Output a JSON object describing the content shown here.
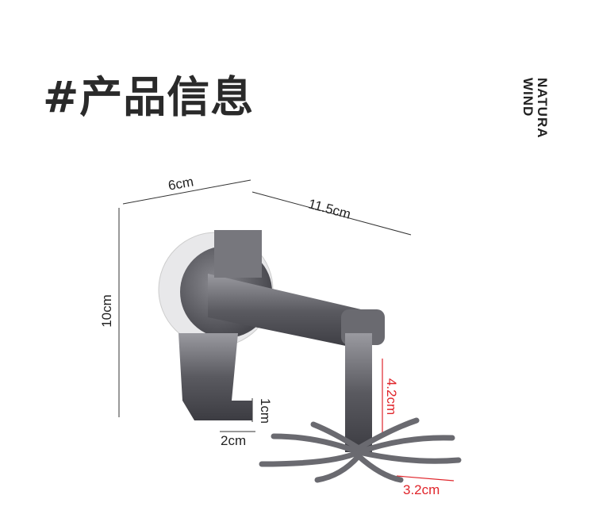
{
  "title": "#产品信息",
  "brand": {
    "line1": "NATURA",
    "line2": "WIND"
  },
  "dimensions": {
    "width": "6cm",
    "length": "11.5cm",
    "height": "10cm",
    "hook_depth": "1cm",
    "hook_width": "2cm",
    "rotor_height": "4.2cm",
    "prong_length": "3.2cm"
  },
  "colors": {
    "accent": "#e0252b",
    "text": "#2a2a2a"
  }
}
